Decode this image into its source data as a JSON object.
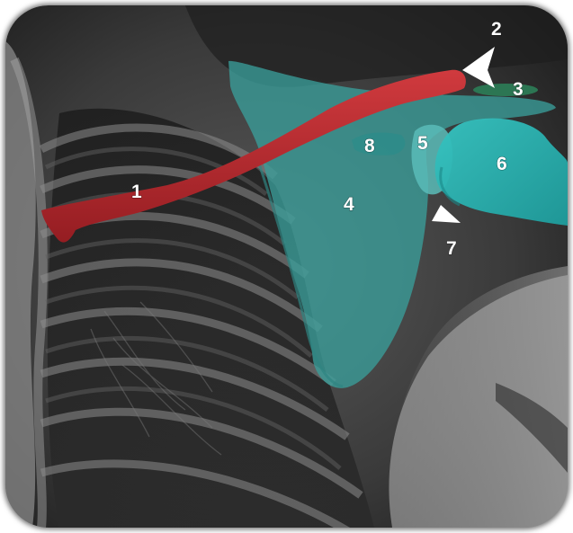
{
  "image": {
    "type": "annotated shoulder radiograph",
    "colors": {
      "clavicle": "#b3262c",
      "scapula": "#3a9e9a",
      "humerus": "#29b3b3",
      "acromion_marker": "#2c7a55",
      "arrow": "#ffffff"
    },
    "labels": {
      "l1": "1",
      "l2": "2",
      "l3": "3",
      "l4": "4",
      "l5": "5",
      "l6": "6",
      "l7": "7",
      "l8": "8"
    }
  }
}
